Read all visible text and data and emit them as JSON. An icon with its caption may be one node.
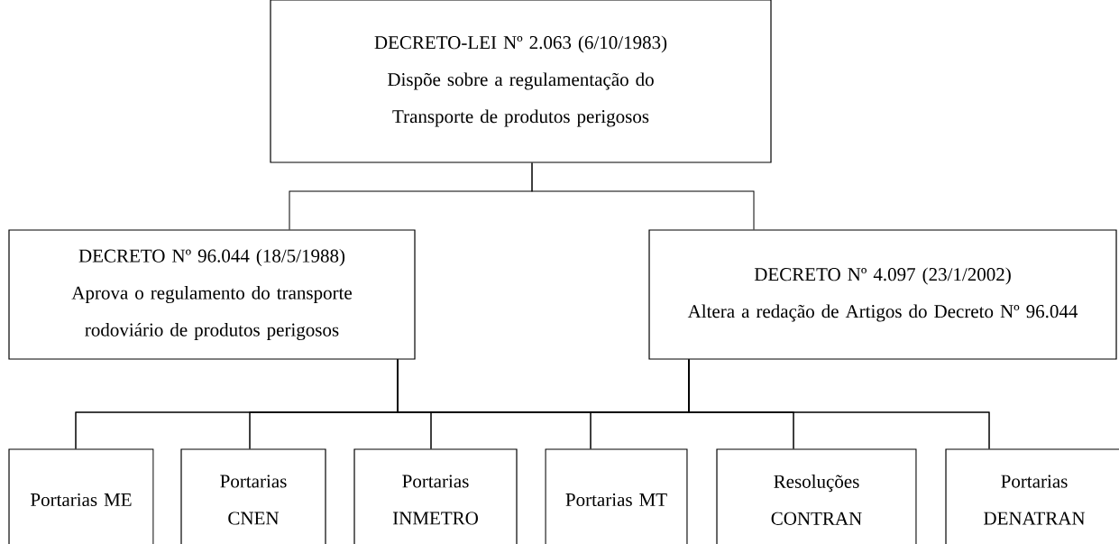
{
  "diagram": {
    "nodes": [
      {
        "text": [
          "DECRETO-LEI Nº 2.063 (6/10/1983)",
          "Dispõe sobre a regulamentação do Transporte de produtos perigosos"
        ]
      },
      {
        "text": [
          "DECRETO Nº 96.044 (18/5/1988) Aprova o regulamento do transporte rodoviário de produtos perigosos"
        ]
      },
      {
        "text": [
          "DECRETO Nº 4.097 (23/1/2002)",
          "Altera a redação de Artigos do Decreto Nº 96.044"
        ]
      },
      {
        "text": [
          "Portarias ME"
        ]
      },
      {
        "text": [
          "Portarias CNEN"
        ]
      },
      {
        "text": [
          "Portarias INMETRO"
        ]
      },
      {
        "text": [
          "Portarias MT"
        ]
      },
      {
        "text": [
          "Resoluções CONTRAN"
        ]
      },
      {
        "text": [
          "Portarias DENATRAN"
        ]
      }
    ],
    "edges": [
      {
        "from": 0,
        "to": 1,
        "arrow": "none"
      },
      {
        "from": 0,
        "to": 2,
        "arrow": "none"
      },
      {
        "from": 1,
        "to": 3,
        "arrow": "none"
      },
      {
        "from": 1,
        "to": 4,
        "arrow": "none"
      },
      {
        "from": 1,
        "to": 5,
        "arrow": "none"
      },
      {
        "from": 1,
        "to": 6,
        "arrow": "none"
      },
      {
        "from": 1,
        "to": 7,
        "arrow": "none"
      },
      {
        "from": 1,
        "to": 8,
        "arrow": "none"
      },
      {
        "from": 2,
        "to": 3,
        "arrow": "none"
      },
      {
        "from": 2,
        "to": 4,
        "arrow": "none"
      },
      {
        "from": 2,
        "to": 5,
        "arrow": "none"
      },
      {
        "from": 2,
        "to": 6,
        "arrow": "none"
      },
      {
        "from": 2,
        "to": 7,
        "arrow": "none"
      },
      {
        "from": 2,
        "to": 8,
        "arrow": "none"
      }
    ]
  }
}
